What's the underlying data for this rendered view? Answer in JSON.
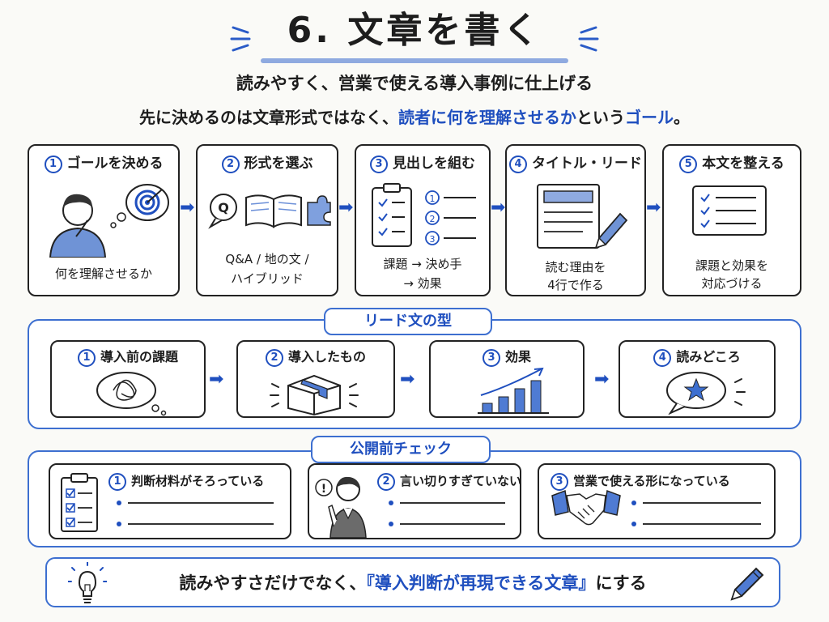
{
  "title": "6. 文章を書く",
  "subtitle": "読みやすく、営業で使える導入事例に仕上げる",
  "lead": {
    "part1": "先に決めるのは文章形式ではなく、",
    "highlight1": "読者に何を理解させるか",
    "part2": "という",
    "highlight2": "ゴール",
    "part3": "。"
  },
  "steps": [
    {
      "num": "1",
      "label": "ゴールを決める",
      "caption1": "何を理解させるか",
      "caption2": ""
    },
    {
      "num": "2",
      "label": "形式を選ぶ",
      "caption1": "Q&A / 地の文 /",
      "caption2": "ハイブリッド"
    },
    {
      "num": "3",
      "label": "見出しを組む",
      "caption1": "課題 → 決め手",
      "caption2": "→ 効果"
    },
    {
      "num": "4",
      "label": "タイトル・リード",
      "caption1": "読む理由を",
      "caption2": "4行で作る"
    },
    {
      "num": "5",
      "label": "本文を整える",
      "caption1": "課題と効果を",
      "caption2": "対応づける"
    }
  ],
  "step3_list_nums": [
    "1",
    "2",
    "3"
  ],
  "lead_section": {
    "label": "リード文の型",
    "items": [
      {
        "num": "1",
        "label": "導入前の課題"
      },
      {
        "num": "2",
        "label": "導入したもの"
      },
      {
        "num": "3",
        "label": "効果"
      },
      {
        "num": "4",
        "label": "読みどころ"
      }
    ]
  },
  "check_section": {
    "label": "公開前チェック",
    "items": [
      {
        "num": "1",
        "label": "判断材料がそろっている"
      },
      {
        "num": "2",
        "label": "言い切りすぎていない"
      },
      {
        "num": "3",
        "label": "営業で使える形になっている"
      }
    ]
  },
  "footer": {
    "part1": "読みやすさだけでなく、",
    "highlight": "『導入判断が再現できる文章』",
    "part2": "にする"
  },
  "icons": {
    "q_letter": "Q",
    "exclaim": "!"
  },
  "colors": {
    "accent": "#1f4fbf",
    "accent_light": "#6b8fd8",
    "ink": "#1d1d1d"
  }
}
